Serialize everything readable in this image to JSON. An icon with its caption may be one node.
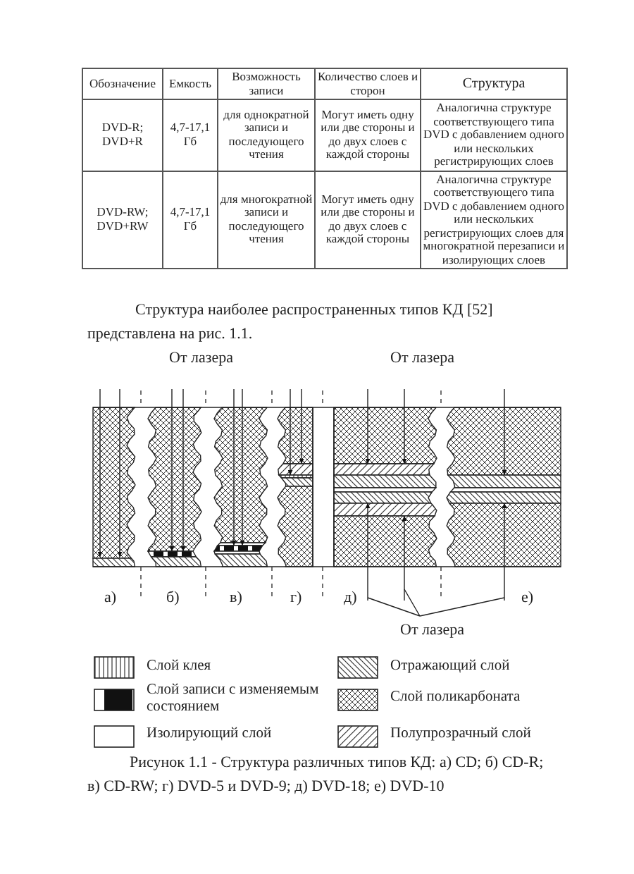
{
  "diagram": {
    "caption": "Рисунок 1.1 - Структура различных типов КД: а) CD; б) CD-R; в) CD-RW; г) DVD-5 и DVD-9; д) DVD-18; е) DVD-10",
    "labels": [
      "Обозначение",
      "Емкость",
      "Возможность записи",
      "Количество слоев и сторон",
      "Структура",
      "DVD-R; DVD+R",
      "4,7-17,1 Гб",
      "для однократной записи и последующего чтения",
      "Могут иметь одну или две стороны и до двух слоев с каждой стороны",
      "Аналогична структуре соответствующего типа DVD с добавлением одного или нескольких регистрирующих слоев",
      "DVD-RW; DVD+RW",
      "4,7-17,1 Гб",
      "для многократной записи и последующего чтения",
      "Могут иметь одну или две стороны и до двух слоев с каждой стороны",
      "Аналогична структуре соответствующего типа DVD с добавлением одного или нескольких регистрирующих слоев для многократной перезаписи и изолирующих слоев",
      "Структура наиболее распространенных типов КД [52] представлена на рис. 1.1.",
      "От лазера",
      "От лазера",
      "а)",
      "б)",
      "в)",
      "г)",
      "д)",
      "е)",
      "От лазера"
    ],
    "legend": [
      {
        "text": "Слой клея"
      },
      {
        "text": "Отражающий слой"
      },
      {
        "text": "Слой записи с изменяемым состоянием"
      },
      {
        "text": "Слой поликарбоната"
      },
      {
        "text": "Изолирующий слой"
      },
      {
        "text": "Полупрозрачный слой"
      }
    ]
  }
}
